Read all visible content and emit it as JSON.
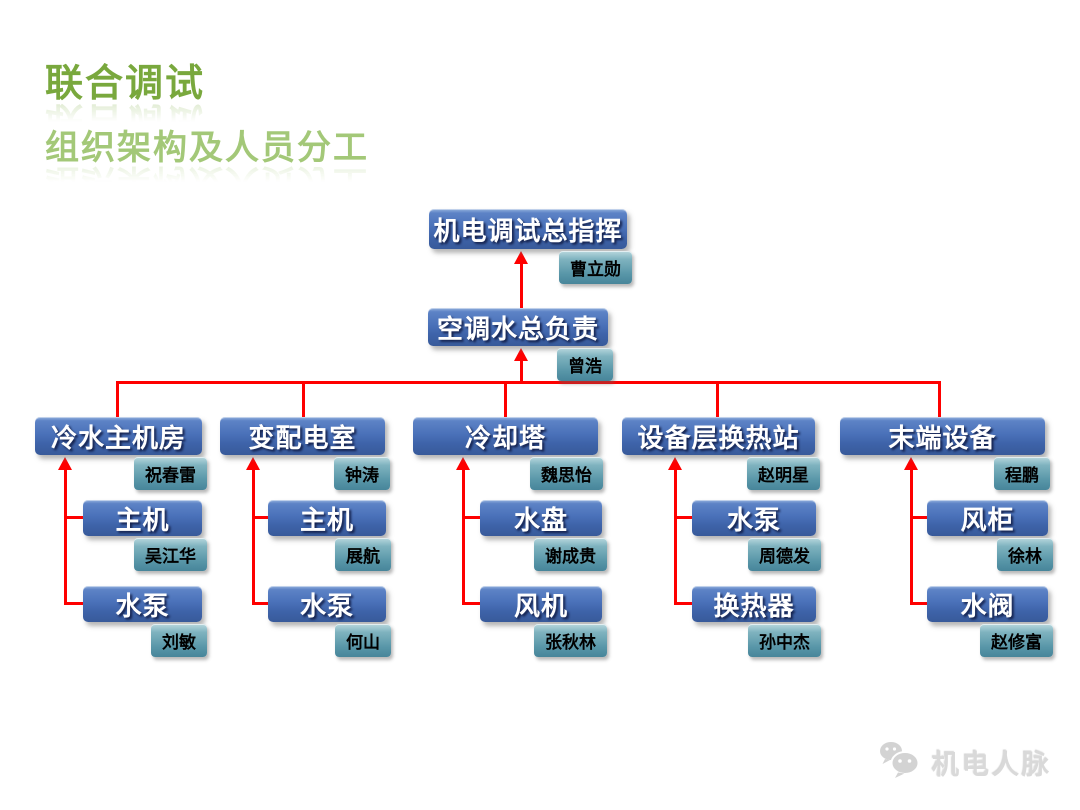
{
  "slide": {
    "title": "联合调试",
    "subtitle": "组织架构及人员分工"
  },
  "org": {
    "root": {
      "label": "机电调试总指挥",
      "person": "曹立勋"
    },
    "deputy": {
      "label": "空调水总负责",
      "person": "曾浩"
    },
    "branches": [
      {
        "label": "冷水主机房",
        "person": "祝春雷",
        "children": [
          {
            "label": "主机",
            "person": "吴江华"
          },
          {
            "label": "水泵",
            "person": "刘敏"
          }
        ]
      },
      {
        "label": "变配电室",
        "person": "钟涛",
        "children": [
          {
            "label": "主机",
            "person": "展航"
          },
          {
            "label": "水泵",
            "person": "何山"
          }
        ]
      },
      {
        "label": "冷却塔",
        "person": "魏思怡",
        "children": [
          {
            "label": "水盘",
            "person": "谢成贵"
          },
          {
            "label": "风机",
            "person": "张秋林"
          }
        ]
      },
      {
        "label": "设备层换热站",
        "person": "赵明星",
        "children": [
          {
            "label": "水泵",
            "person": "周德发"
          },
          {
            "label": "换热器",
            "person": "孙中杰"
          }
        ]
      },
      {
        "label": "末端设备",
        "person": "程鹏",
        "children": [
          {
            "label": "风柜",
            "person": "徐林"
          },
          {
            "label": "水阀",
            "person": "赵修富"
          }
        ]
      }
    ]
  },
  "watermark": {
    "label": "机电人脉",
    "icon": "wechat-logo"
  },
  "colors": {
    "connector_red": "#FE0000",
    "node_blue": "#4A71B9",
    "tag_teal": "#5896A8",
    "title_green": "#79A83D",
    "subtitle_green": "#A3C878",
    "watermark_gray": "#D9D9D9"
  }
}
